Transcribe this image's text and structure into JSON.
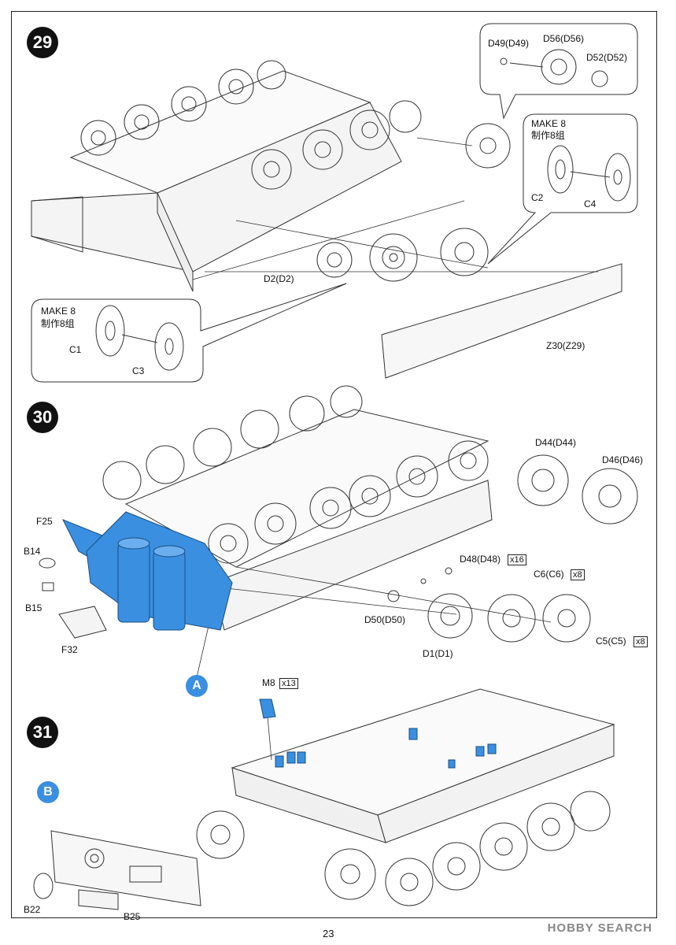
{
  "steps": {
    "s29": "29",
    "s30": "30",
    "s31": "31"
  },
  "callouts": {
    "a": "A",
    "b": "B"
  },
  "step29": {
    "d49": "D49(D49)",
    "d56": "D56(D56)",
    "d52": "D52(D52)",
    "make8_right_line1": "MAKE 8",
    "make8_right_line2": "制作8组",
    "c2": "C2",
    "c4": "C4",
    "d2": "D2(D2)",
    "make8_left_line1": "MAKE 8",
    "make8_left_line2": "制作8组",
    "c1": "C1",
    "c3": "C3",
    "z30": "Z30(Z29)"
  },
  "step30": {
    "d44": "D44(D44)",
    "d46": "D46(D46)",
    "f25": "F25",
    "b14": "B14",
    "b15": "B15",
    "f32": "F32",
    "d48": "D48(D48)",
    "d48_qty": "x16",
    "c6": "C6(C6)",
    "c6_qty": "x8",
    "d50": "D50(D50)",
    "d1": "D1(D1)",
    "c5": "C5(C5)",
    "c5_qty": "x8"
  },
  "step31": {
    "m8": "M8",
    "m8_qty": "x13",
    "b22": "B22",
    "b25": "B25"
  },
  "page_number": "23",
  "watermark": "HOBBY SEARCH",
  "colors": {
    "highlight": "#3a8fe0",
    "line": "#222222"
  }
}
